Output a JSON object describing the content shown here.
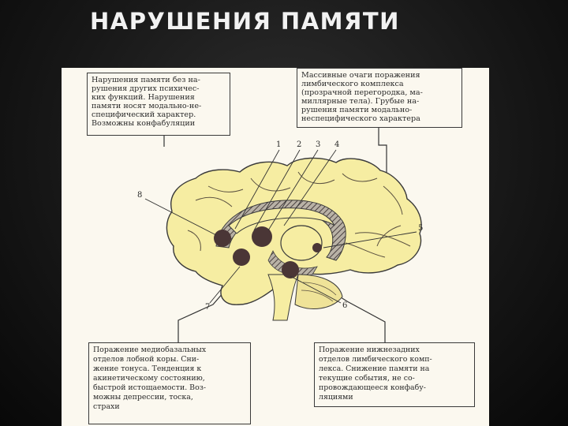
{
  "slide": {
    "title": "НАРУШЕНИЯ ПАМЯТИ"
  },
  "figure": {
    "note_top_left": [
      "Нарушения памяти без на-",
      "рушения других психичес-",
      "ких функций. Нарушения",
      "памяти носят модально-не-",
      "специфический характер.",
      "Возможны конфабуляции"
    ],
    "note_top_right": [
      "Массивные очаги поражения",
      "лимбического комплекса",
      "(прозрачной перегородка, ма-",
      "миллярные тела). Грубые на-",
      "рушения памяти модально-",
      "неспецифического характера"
    ],
    "note_bottom_left": [
      "Поражение медиобазальных",
      "отделов лобной коры. Сни-",
      "жение тонуса. Тенденция к",
      "акинетическому состоянию,",
      "быстрой истощаемости. Воз-",
      "можны депрессии, тоска,",
      "страхи"
    ],
    "note_bottom_right": [
      "Поражение нижнезадних",
      "отделов лимбического комп-",
      "лекса. Снижение памяти на",
      "текущие события, не со-",
      "провождающееся конфабу-",
      "ляциями"
    ],
    "markers": [
      "1",
      "2",
      "3",
      "4",
      "5",
      "6",
      "7",
      "8"
    ]
  },
  "colors": {
    "brain_fill": "#f6eda2",
    "lesion": "#4a3636",
    "hatch": "#6a6060"
  }
}
